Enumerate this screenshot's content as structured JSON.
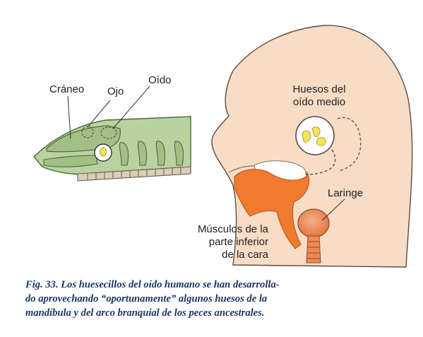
{
  "labels": {
    "craneo": "Cráneo",
    "ojo": "Ojo",
    "oido": "Oído",
    "huesos_line1": "Huesos del",
    "huesos_line2": "oído medio",
    "laringe": "Laringe",
    "musculos_line1": "Músculos de la",
    "musculos_line2": "parte inferior",
    "musculos_line3": "de la cara"
  },
  "caption": {
    "line1": "Fig. 33. Los huesecillos del oído humano se han desarrolla-",
    "line2": "do aprovechando “oportunamente” algunos huesos de la",
    "line3": "mandíbula y del arco branquial de los peces ancestrales."
  },
  "colors": {
    "skin": "#f7dcc6",
    "fish_green": "#b9d3a0",
    "muscle_orange": "#f07a2e",
    "bone_yellow": "#f2e35a",
    "caption_blue": "#1a3766"
  }
}
